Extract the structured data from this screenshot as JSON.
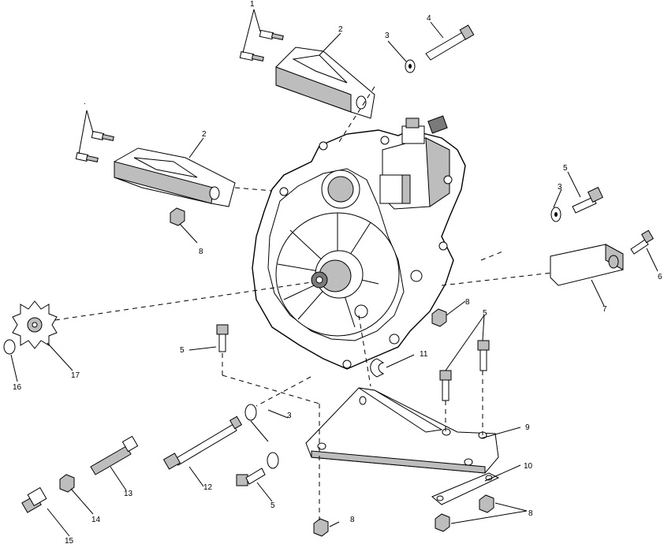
{
  "callouts": {
    "c1": "1",
    "c2a": "2",
    "c2b": "2",
    "c3a": "3",
    "c3b": "3",
    "c3c": "3",
    "c4": "4",
    "c5a": "5",
    "c5b": "5",
    "c5c": "5",
    "c5d": "5",
    "c6": "6",
    "c7": "7",
    "c8a": "8",
    "c8b": "8",
    "c8c": "8",
    "c8d": "8",
    "c9": "9",
    "c10": "10",
    "c11": "11",
    "c12": "12",
    "c13": "13",
    "c14": "14",
    "c15": "15",
    "c16": "16",
    "c17": "17",
    "c_dot": "."
  }
}
